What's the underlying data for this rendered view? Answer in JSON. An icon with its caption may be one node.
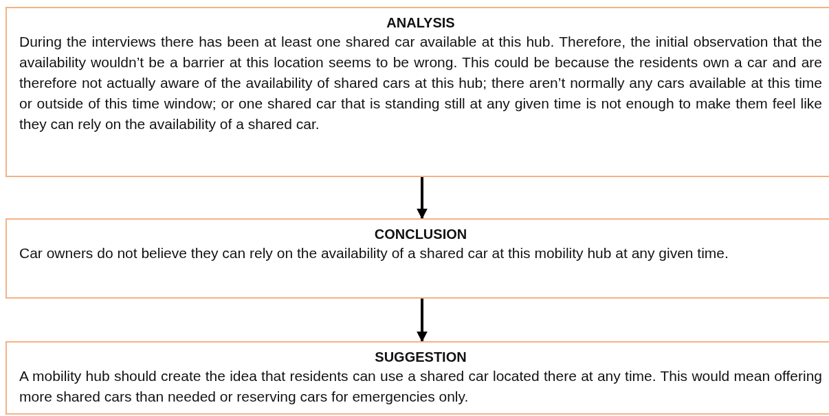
{
  "diagram": {
    "nodes": [
      {
        "text": [
          "ANALYSIS",
          "During the interviews there has been at least one shared car available at this hub. Therefore, the initial observation that the availability wouldn’t be a barrier at this location seems to be wrong. This could be because the residents own a car and are therefore not actually aware of the availability of shared cars at this hub; there aren’t normally any cars available at this time or outside of this time window; or one shared car that is standing still at any given time is not enough to make them feel like they can rely on the availability of a shared car."
        ]
      },
      {
        "text": [
          "CONCLUSION",
          "Car owners do not believe they can rely on the availability of a shared car at this mobility hub at any given time."
        ]
      },
      {
        "text": [
          "SUGGESTION",
          "A mobility hub should create the idea that residents can use a shared car located there at any time. This would mean offering more shared cars than needed or reserving cars for emergencies only."
        ]
      }
    ],
    "edges": [
      {
        "from": 0,
        "to": 1,
        "arrow": "to"
      },
      {
        "from": 1,
        "to": 2,
        "arrow": "to"
      }
    ]
  }
}
